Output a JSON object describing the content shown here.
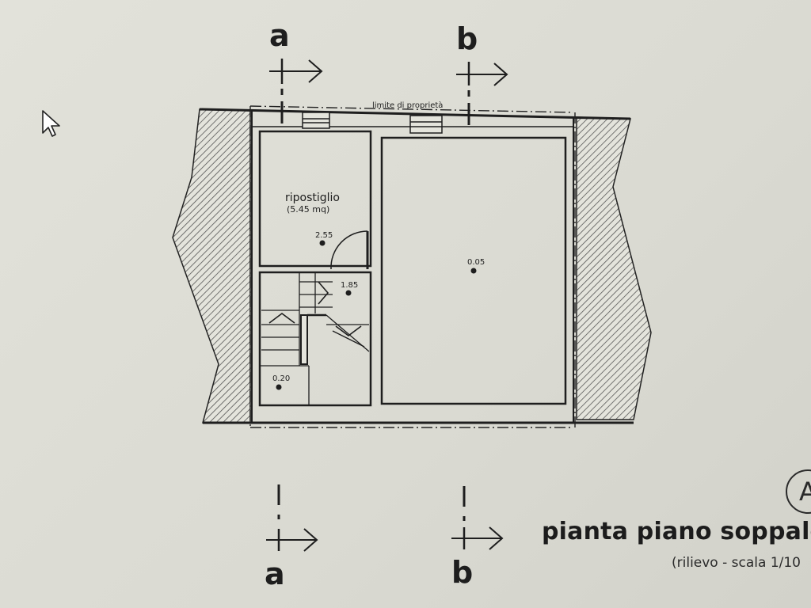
{
  "drawing": {
    "title": "pianta piano soppalc",
    "subtitle": "(rilievo - scala 1/10",
    "north_symbol": "A",
    "property_limit": "limite di proprietà",
    "room": {
      "name": "ripostiglio",
      "area": "(5.45 mq)"
    },
    "section_markers": {
      "a": "a",
      "b": "b"
    },
    "elevations": {
      "storage": "2.55",
      "landing": "1.85",
      "stair_bottom": "0.20",
      "main_room": "0.05"
    }
  },
  "colors": {
    "line": "#1e1e1e",
    "background": "#dcdcd4"
  },
  "icons": {
    "cursor": "mouse-pointer-icon",
    "north": "north-arrow-icon",
    "section": "section-arrow-icon"
  }
}
